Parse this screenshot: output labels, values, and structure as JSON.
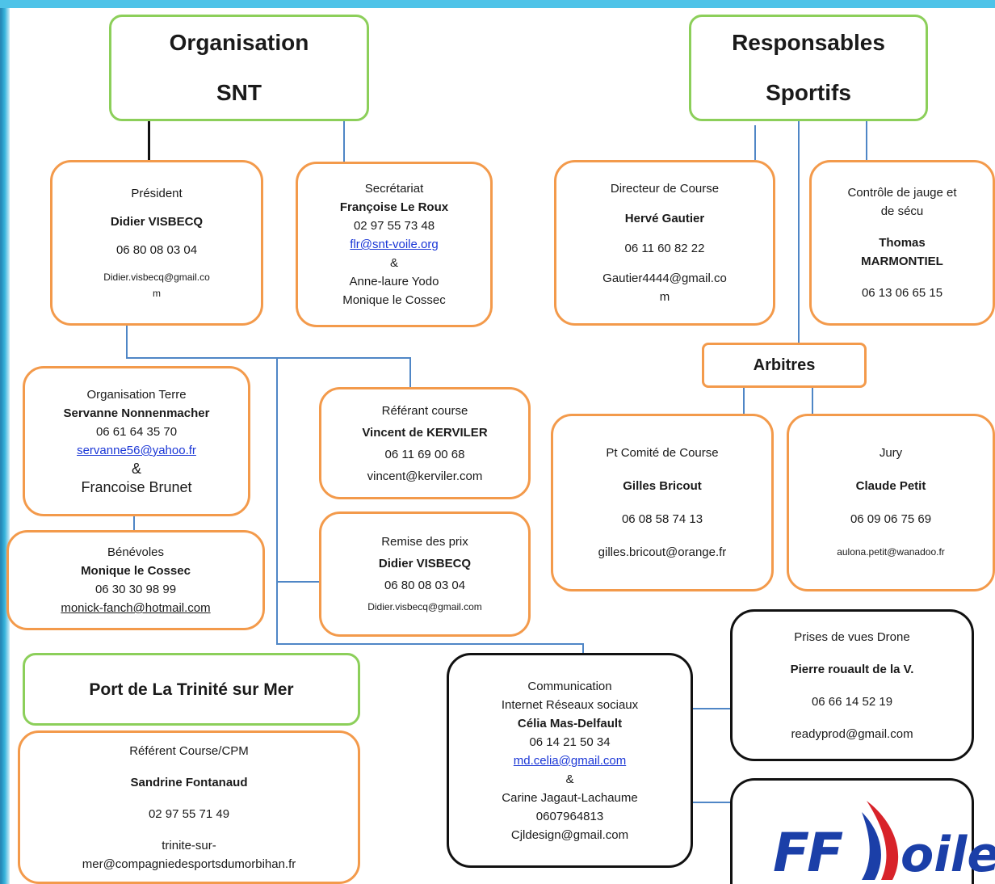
{
  "organisation": {
    "line1": "Organisation",
    "line2": "SNT"
  },
  "responsables": {
    "line1": "Responsables",
    "line2": "Sportifs"
  },
  "president": {
    "role": "Président",
    "name": "Didier VISBECQ",
    "phone": "06 80 08 03 04",
    "email_a": "Didier.visbecq@gmail.co",
    "email_b": "m"
  },
  "secretariat": {
    "role": "Secrétariat",
    "name": "Françoise Le Roux",
    "phone": "02 97 55 73 48",
    "email": "flr@snt-voile.org",
    "amp": "&",
    "name2": "Anne-laure Yodo",
    "name3": "Monique le Cossec"
  },
  "directeur": {
    "role": "Directeur de Course",
    "name": "Hervé Gautier",
    "phone": "06 11 60 82 22",
    "email_a": "Gautier4444@gmail.co",
    "email_b": "m"
  },
  "controle": {
    "role_a": "Contrôle de jauge et",
    "role_b": "de sécu",
    "name_a": "Thomas",
    "name_b": "MARMONTIEL",
    "phone": "06 13 06 65 15"
  },
  "arbitres": {
    "label": "Arbitres"
  },
  "orga_terre": {
    "role": "Organisation Terre",
    "name": "Servanne Nonnenmacher",
    "phone": "06 61 64 35 70",
    "email": "servanne56@yahoo.fr",
    "amp": "&",
    "name2": "Francoise Brunet"
  },
  "referant_course": {
    "role": "Référant course",
    "name": "Vincent de KERVILER",
    "phone": "06 11 69 00 68",
    "email": "vincent@kerviler.com"
  },
  "benevoles": {
    "role": "Bénévoles",
    "name": "Monique le Cossec",
    "phone": "06 30 30 98 99",
    "email": "monick-fanch@hotmail.com"
  },
  "remise": {
    "role": "Remise des prix",
    "name": "Didier VISBECQ",
    "phone": "06 80 08 03 04",
    "email": "Didier.visbecq@gmail.com"
  },
  "pt_comite": {
    "role": "Pt Comité de Course",
    "name": "Gilles Bricout",
    "phone": "06 08 58 74 13",
    "email": "gilles.bricout@orange.fr"
  },
  "jury": {
    "role": "Jury",
    "name": "Claude Petit",
    "phone": "06 09 06 75 69",
    "email": "aulona.petit@wanadoo.fr"
  },
  "drone": {
    "role": "Prises de vues Drone",
    "name": "Pierre rouault de la V.",
    "phone": "06 66 14 52 19",
    "email": "readyprod@gmail.com"
  },
  "port": {
    "label": "Port de La Trinité sur Mer"
  },
  "referent_cpm": {
    "role": "Référent Course/CPM",
    "name": "Sandrine Fontanaud",
    "phone": "02 97 55 71 49",
    "email_a": "trinite-sur-",
    "email_b": "mer@compagniedesportsdumorbihan.fr"
  },
  "communication": {
    "role_a": "Communication",
    "role_b": "Internet Réseaux sociaux",
    "name": "Célia Mas-Delfault",
    "phone": "06 14 21 50 34",
    "email": "md.celia@gmail.com",
    "amp": "&",
    "name2": "Carine Jagaut-Lachaume",
    "phone2": "0607964813",
    "email2": "Cjldesign@gmail.com"
  },
  "logo": {
    "text_a": "FF",
    "text_b": "oile"
  },
  "colors": {
    "green": "#8ccf5a",
    "orange": "#f39a4b",
    "black": "#111111",
    "connector": "#4f86c6",
    "logo": "#1b3fa8"
  }
}
